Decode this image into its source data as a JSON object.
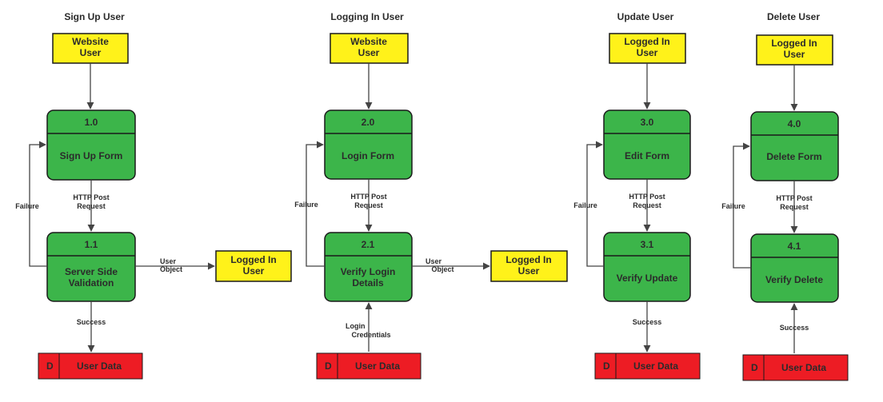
{
  "columns": [
    {
      "title": "Sign Up User",
      "entity_top": "Website\nUser",
      "p1_num": "1.0",
      "p1_name": "Sign Up Form",
      "p2_num": "1.1",
      "p2_name": "Server Side\nValidation",
      "post_label": "HTTP Post\nRequest",
      "failure_label": "Failure",
      "store_id": "D",
      "store_name": "User Data",
      "store_flow_label": "Success",
      "side_flow_label": "User\nObject",
      "side_entity": "Logged In\nUser"
    },
    {
      "title": "Logging In User",
      "entity_top": "Website\nUser",
      "p1_num": "2.0",
      "p1_name": "Login Form",
      "p2_num": "2.1",
      "p2_name": "Verify Login\nDetails",
      "post_label": "HTTP Post\nRequest",
      "failure_label": "Failure",
      "store_id": "D",
      "store_name": "User Data",
      "store_flow_label": "Login\n   Credentials",
      "side_flow_label": "User\n   Object",
      "side_entity": "Logged In\nUser"
    },
    {
      "title": "Update User",
      "entity_top": "Logged In\nUser",
      "p1_num": "3.0",
      "p1_name": "Edit Form",
      "p2_num": "3.1",
      "p2_name": "Verify Update",
      "post_label": "HTTP Post\nRequest",
      "failure_label": "Failure",
      "store_id": "D",
      "store_name": "User Data",
      "store_flow_label": "Success"
    },
    {
      "title": "Delete User",
      "entity_top": "Logged In\nUser",
      "p1_num": "4.0",
      "p1_name": "Delete Form",
      "p2_num": "4.1",
      "p2_name": "Verify Delete",
      "post_label": "HTTP Post\nRequest",
      "failure_label": "Failure",
      "store_id": "D",
      "store_name": "User Data",
      "store_flow_label": "Success"
    }
  ],
  "colors": {
    "entity": "#fff21a",
    "process": "#3cb54a",
    "store": "#ed1c24"
  }
}
